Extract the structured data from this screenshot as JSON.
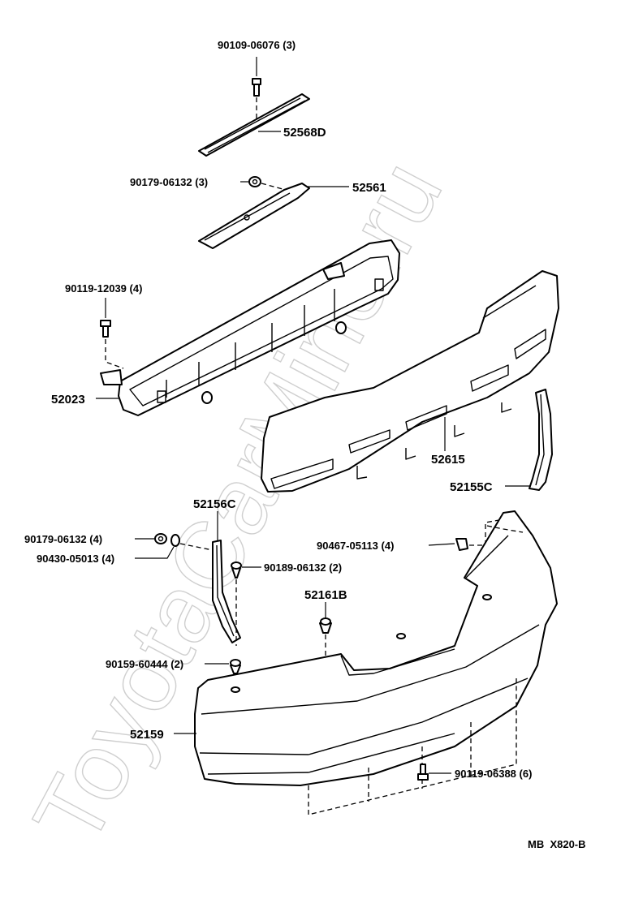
{
  "watermark": "ToyotaCarMine.ru",
  "diagram_code": "MB  X820-B",
  "labels": {
    "bolt_top": "90109-06076 (3)",
    "retainer_upper": "52568D",
    "nut_upper": "90179-06132 (3)",
    "retainer_bracket": "52561",
    "bolt_left": "90119-12039 (4)",
    "reinforcement": "52023",
    "absorber": "52615",
    "bracket_right": "52155C",
    "bracket_left": "52156C",
    "nut_left": "90179-06132 (4)",
    "washer_left": "90430-05013 (4)",
    "screw_mid": "90189-06132 (2)",
    "clip_right": "90467-05113 (4)",
    "retainer_mid": "52161B",
    "screw_lower": "90159-60444 (2)",
    "bumper_cover": "52159",
    "bolt_bottom": "90119-06388 (6)"
  }
}
